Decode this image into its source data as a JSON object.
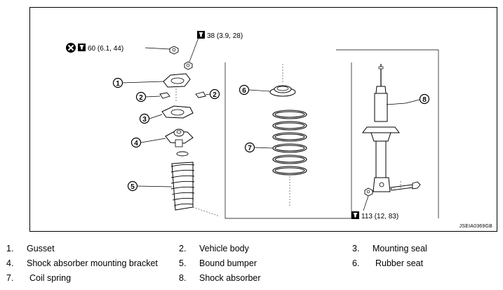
{
  "figure": {
    "code": "JSEIA0369GB",
    "torque_labels": {
      "top_left": "60 (6.1, 44)",
      "top_right": "38 (3.9, 28)",
      "bottom": "113 (12, 83)"
    },
    "callouts": [
      "1",
      "2",
      "2",
      "3",
      "4",
      "5",
      "6",
      "7",
      "8"
    ]
  },
  "legend": [
    {
      "num": "1.",
      "text": "Gusset"
    },
    {
      "num": "2.",
      "text": "Vehicle body"
    },
    {
      "num": "3.",
      "text": "Mounting seal"
    },
    {
      "num": "4.",
      "text": "Shock absorber mounting bracket"
    },
    {
      "num": "5.",
      "text": "Bound bumper"
    },
    {
      "num": "6.",
      "text": "Rubber seat"
    },
    {
      "num": "7.",
      "text": "Coil spring"
    },
    {
      "num": "8.",
      "text": "Shock absorber"
    }
  ],
  "icons": {
    "do_not_reuse": "cross-circle-icon",
    "torque_wrench": "wrench-icon"
  }
}
